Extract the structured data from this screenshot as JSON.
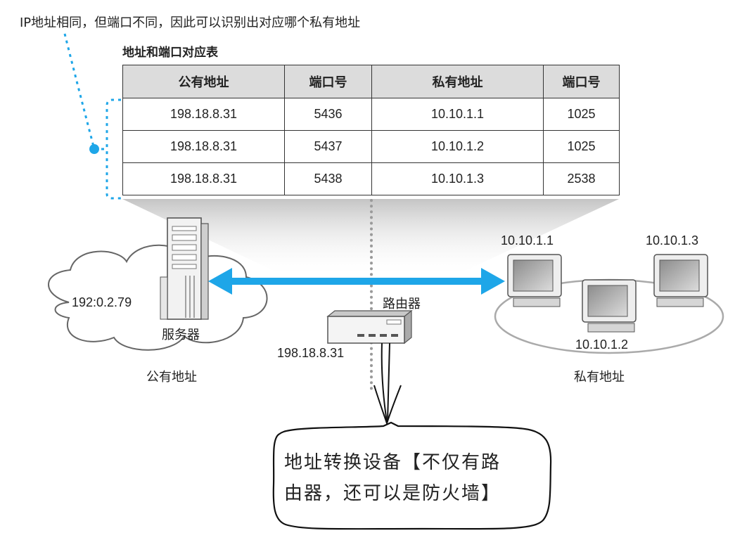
{
  "annotation": "IP地址相同，但端口不同，因此可以识别出对应哪个私有地址",
  "table": {
    "caption": "地址和端口对应表",
    "headers": [
      "公有地址",
      "端口号",
      "私有地址",
      "端口号"
    ],
    "rows": [
      [
        "198.18.8.31",
        "5436",
        "10.10.1.1",
        "1025"
      ],
      [
        "198.18.8.31",
        "5437",
        "10.10.1.2",
        "1025"
      ],
      [
        "198.18.8.31",
        "5438",
        "10.10.1.3",
        "2538"
      ]
    ]
  },
  "public_side": {
    "cloud_ip": "192:0.2.79",
    "server_label": "服务器",
    "network_label": "公有地址"
  },
  "router": {
    "label": "路由器",
    "ip": "198.18.8.31"
  },
  "private_side": {
    "pc1_ip": "10.10.1.1",
    "pc2_ip": "10.10.1.2",
    "pc3_ip": "10.10.1.3",
    "network_label": "私有地址"
  },
  "note": {
    "line1": "地址转换设备【不仅有路",
    "line2": "由器，还可以是防火墙】"
  },
  "colors": {
    "accent": "#1ea6e8",
    "table_header": "#dcdcdc",
    "border": "#333333"
  }
}
